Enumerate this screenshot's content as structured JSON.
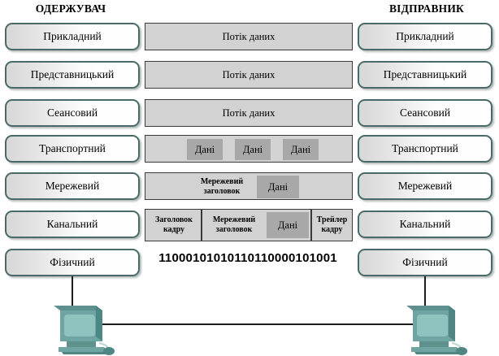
{
  "diagram": {
    "title": "OSI model data encapsulation",
    "headings": {
      "receiver": "ОДЕРЖУВАЧ",
      "sender": "ВІДПРАВНИК"
    },
    "colors": {
      "layer_border": "#4a6a6a",
      "layer_fill_light": "#ffffff",
      "layer_fill_dark": "#d7d7d7",
      "mid_border": "#3a3a3a",
      "mid_fill": "#d2d2d2",
      "chip_fill": "#a8a8a8",
      "line": "#1d1d1d",
      "computer_body": "#7aa8a5",
      "computer_shade": "#4f8582",
      "computer_screen": "#8fc3c0"
    },
    "layers": [
      {
        "name": "application",
        "label": "Прикладний"
      },
      {
        "name": "presentation",
        "label": "Представницький"
      },
      {
        "name": "session",
        "label": "Сеансовий"
      },
      {
        "name": "transport",
        "label": "Транспортний"
      },
      {
        "name": "network",
        "label": "Мережевий"
      },
      {
        "name": "datalink",
        "label": "Канальний"
      },
      {
        "name": "physical",
        "label": "Фізичний"
      }
    ],
    "middle": {
      "application": {
        "label": "Потік даних"
      },
      "presentation": {
        "label": "Потік даних"
      },
      "session": {
        "label": "Потік даних"
      },
      "transport": {
        "segments": [
          {
            "label": "Дані"
          },
          {
            "label": "Дані"
          },
          {
            "label": "Дані"
          }
        ]
      },
      "network": {
        "header_line1": "Мережевий",
        "header_line2": "заголовок",
        "data_label": "Дані"
      },
      "datalink": {
        "frame_header_line1": "Заголовок",
        "frame_header_line2": "кадру",
        "net_header_line1": "Мережевий",
        "net_header_line2": "заголовок",
        "data_label": "Дані",
        "frame_trailer_line1": "Трейлер",
        "frame_trailer_line2": "кадру"
      },
      "physical": {
        "bitstream": "11000101010110110000101001"
      }
    },
    "nodes": {
      "receiver_computer": "computer-icon",
      "sender_computer": "computer-icon"
    }
  }
}
